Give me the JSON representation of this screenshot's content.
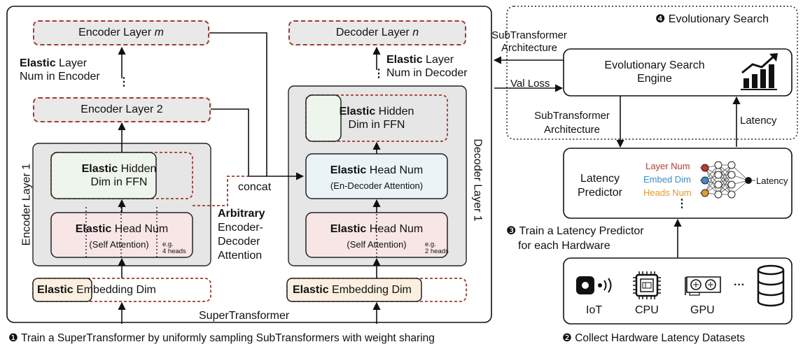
{
  "super": {
    "encoder_layer_m": [
      "Encoder Layer ",
      "m"
    ],
    "encoder_layer_2": "Encoder Layer 2",
    "decoder_layer_n": [
      "Decoder Layer ",
      "n"
    ],
    "elastic": "Elastic",
    "enc_layer_num": [
      "Layer",
      "Num in Encoder"
    ],
    "dec_layer_num": [
      "Layer",
      "Num in Decoder"
    ],
    "encoder_layer_1": "Encoder Layer 1",
    "decoder_layer_1": "Decoder Layer 1",
    "hidden_dim": [
      "Hidden",
      "Dim in FFN"
    ],
    "head_num": "Head Num",
    "self_attention": "(Self Attention)",
    "eg_4_heads": [
      "e.g.",
      "4 heads"
    ],
    "eg_2_heads": [
      "e.g.",
      "2 heads"
    ],
    "en_dec_attention": "(En-Decoder Attention)",
    "embedding_dim": "Embedding Dim",
    "concat": "concat",
    "arbitrary": "Arbitrary",
    "arbitrary_rest": [
      "Encoder-",
      "Decoder",
      "Attention"
    ],
    "supertransformer": "SuperTransformer",
    "vertical_dots": "⋮"
  },
  "search": {
    "title_num": "❹",
    "title": "Evolutionary Search",
    "engine": [
      "Evolutionary Search",
      "Engine"
    ],
    "subtransformer_arch_top": [
      "SubTransformer",
      "Architecture"
    ],
    "val_loss": "Val Loss",
    "subtransformer_arch_mid": [
      "SubTransformer",
      "Architecture"
    ],
    "latency": "Latency"
  },
  "predictor": {
    "title": [
      "Latency",
      "Predictor"
    ],
    "inputs": [
      "Layer Num",
      "Embed Dim",
      "Heads Num"
    ],
    "input_colors": [
      "#c0392b",
      "#3b8ed0",
      "#e69a2e"
    ],
    "output": "Latency",
    "dots": "⋮",
    "train_num": "❸",
    "train": [
      "Train a Latency Predictor",
      "for each Hardware"
    ]
  },
  "hardware": {
    "devices": [
      "IoT",
      "CPU",
      "GPU"
    ],
    "ellipsis": "···"
  },
  "captions": {
    "left_num": "❶",
    "left": "Train a SuperTransformer by uniformly sampling SubTransformers with weight sharing",
    "right_num": "❷",
    "right": "Collect Hardware Latency Datasets"
  },
  "colors": {
    "dashed_red": "#a23a2e",
    "grey_fill": "#e6e6e6",
    "ffn_fill": "#eef5ec",
    "head_fill": "#f8e6e6",
    "embed_fill": "#fbefe0",
    "endec_fill": "#eaf3f6"
  }
}
